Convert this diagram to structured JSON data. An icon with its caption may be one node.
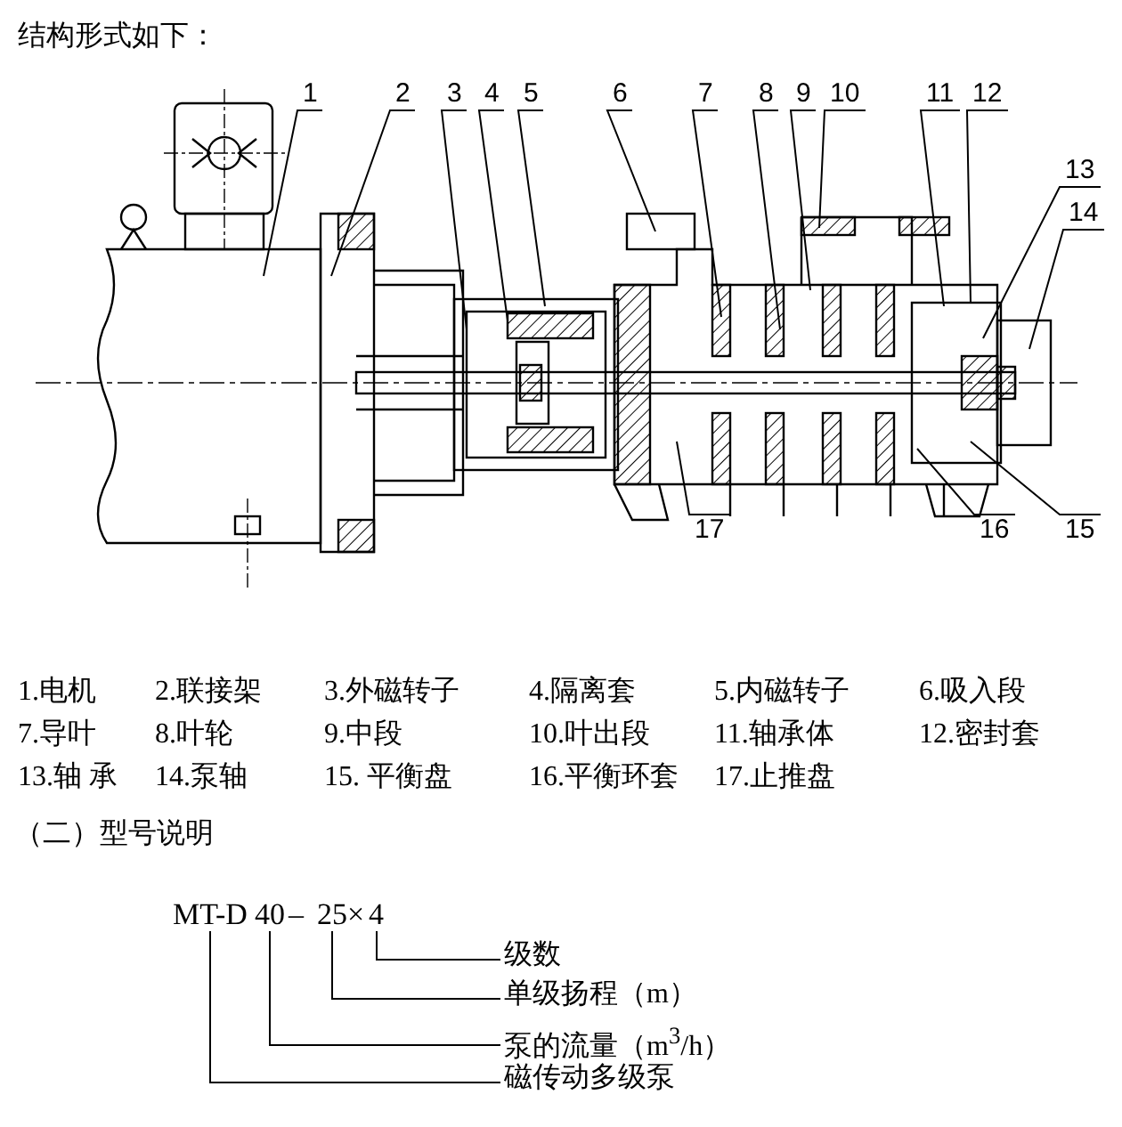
{
  "diagram": {
    "title": "结构形式如下：",
    "nodes": [
      {
        "text": [
          "1"
        ]
      },
      {
        "text": [
          "2"
        ]
      },
      {
        "text": [
          "3"
        ]
      },
      {
        "text": [
          "4"
        ]
      },
      {
        "text": [
          "5"
        ]
      },
      {
        "text": [
          "6"
        ]
      },
      {
        "text": [
          "7"
        ]
      },
      {
        "text": [
          "8"
        ]
      },
      {
        "text": [
          "9"
        ]
      },
      {
        "text": [
          "10"
        ]
      },
      {
        "text": [
          "11"
        ]
      },
      {
        "text": [
          "12"
        ]
      },
      {
        "text": [
          "13"
        ]
      },
      {
        "text": [
          "14"
        ]
      },
      {
        "text": [
          "15"
        ]
      },
      {
        "text": [
          "16"
        ]
      },
      {
        "text": [
          "17"
        ]
      },
      {
        "text": [
          "MT-D"
        ]
      },
      {
        "text": [
          "40"
        ]
      },
      {
        "text": [
          "25"
        ]
      },
      {
        "text": [
          "4"
        ]
      },
      {
        "text": [
          "级数"
        ]
      },
      {
        "text": [
          "单级扬程（m）"
        ]
      },
      {
        "text": [
          "泵的流量（m$^{3}$/h）"
        ]
      },
      {
        "text": [
          "磁传动多级泵"
        ]
      }
    ],
    "edges": [
      {
        "from": 0,
        "to": null,
        "arrow": "none"
      },
      {
        "from": 1,
        "to": null,
        "arrow": "none"
      },
      {
        "from": 2,
        "to": null,
        "arrow": "none"
      },
      {
        "from": 3,
        "to": null,
        "arrow": "none"
      },
      {
        "from": 4,
        "to": null,
        "arrow": "none"
      },
      {
        "from": 5,
        "to": null,
        "arrow": "none"
      },
      {
        "from": 6,
        "to": null,
        "arrow": "none"
      },
      {
        "from": 7,
        "to": null,
        "arrow": "none"
      },
      {
        "from": 8,
        "to": null,
        "arrow": "none"
      },
      {
        "from": 9,
        "to": null,
        "arrow": "none"
      },
      {
        "from": 10,
        "to": null,
        "arrow": "none"
      },
      {
        "from": 11,
        "to": null,
        "arrow": "none"
      },
      {
        "from": 12,
        "to": null,
        "arrow": "none"
      },
      {
        "from": 13,
        "to": null,
        "arrow": "none"
      },
      {
        "from": 14,
        "to": null,
        "arrow": "none"
      },
      {
        "from": 15,
        "to": null,
        "arrow": "none"
      },
      {
        "from": 16,
        "to": null,
        "arrow": "none"
      },
      {
        "from": 20,
        "to": 21,
        "arrow": "none"
      },
      {
        "from": 19,
        "to": 22,
        "arrow": "none"
      },
      {
        "from": 18,
        "to": 23,
        "arrow": "none"
      },
      {
        "from": 17,
        "to": 24,
        "arrow": "none"
      }
    ],
    "labels": [
      "1.电机",
      "2.联接架",
      "3.外磁转子",
      "4.隔离套",
      "5.内磁转子",
      "6.吸入段",
      "7.导叶",
      "8.叶轮",
      "9.中段",
      "10.叶出段",
      "11.轴承体",
      "12.密封套",
      "13.轴 承",
      "14.泵轴",
      "15. 平衡盘",
      "16.平衡环套",
      "17.止推盘",
      "（二）型号说明",
      "–",
      "×"
    ]
  }
}
